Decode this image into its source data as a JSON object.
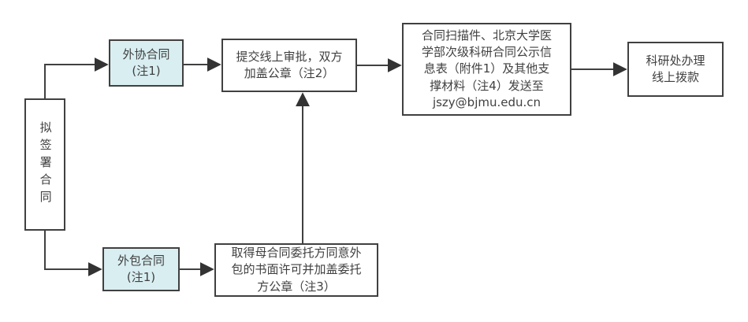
{
  "diagram": {
    "type": "flowchart",
    "colors": {
      "border": "#404040",
      "text": "#404040",
      "highlight_fill": "#d9eef1",
      "background": "#ffffff"
    },
    "nodes": {
      "start": {
        "label": "拟签署合同"
      },
      "outsourcing_assist": {
        "label": "外协合同\n(注1)"
      },
      "outsourcing_sub": {
        "label": "外包合同\n(注1)"
      },
      "online_approval": {
        "label": "提交线上审批，双方\n加盖公章（注2）"
      },
      "parent_consent": {
        "label": "取得母合同委托方同意外\n包的书面许可并加盖委托\n方公章（注3）"
      },
      "send_email": {
        "label": "合同扫描件、北京大学医\n学部次级科研合同公示信\n息表（附件1）及其他支\n撑材料（注4）发送至\njszy@bjmu.edu.cn"
      },
      "payment": {
        "label": "科研处办理\n线上拨款"
      }
    },
    "edges": [
      {
        "from": "start",
        "to": "outsourcing_assist"
      },
      {
        "from": "outsourcing_assist",
        "to": "online_approval"
      },
      {
        "from": "online_approval",
        "to": "send_email"
      },
      {
        "from": "send_email",
        "to": "payment"
      },
      {
        "from": "start",
        "to": "outsourcing_sub"
      },
      {
        "from": "outsourcing_sub",
        "to": "parent_consent"
      },
      {
        "from": "parent_consent",
        "to": "online_approval"
      }
    ]
  }
}
